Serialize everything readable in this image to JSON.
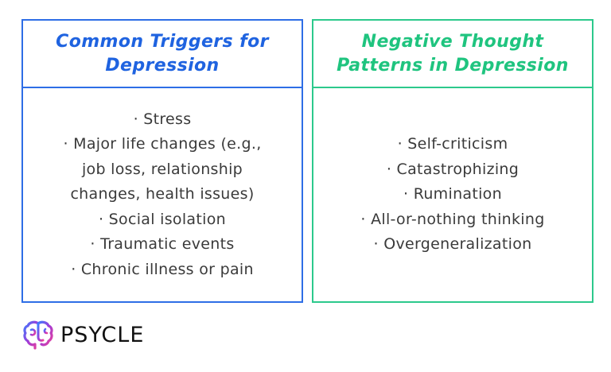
{
  "left_card": {
    "title_line1": "Common Triggers for",
    "title_line2": "Depression",
    "items": [
      "· Stress",
      "· Major life changes (e.g.,",
      "job loss, relationship",
      "changes, health issues)",
      "· Social isolation",
      "· Traumatic events",
      "· Chronic illness or pain"
    ]
  },
  "right_card": {
    "title_line1": "Negative Thought",
    "title_line2": "Patterns in Depression",
    "items": [
      "· Self-criticism",
      "· Catastrophizing",
      "· Rumination",
      "· All-or-nothing thinking",
      "· Overgeneralization"
    ]
  },
  "brand": {
    "name": "PSYCLE",
    "logo_icon": "brain-icon"
  },
  "colors": {
    "left_accent": "#1f63e0",
    "right_accent": "#1fc47f",
    "body_text": "#3a3a3a"
  }
}
